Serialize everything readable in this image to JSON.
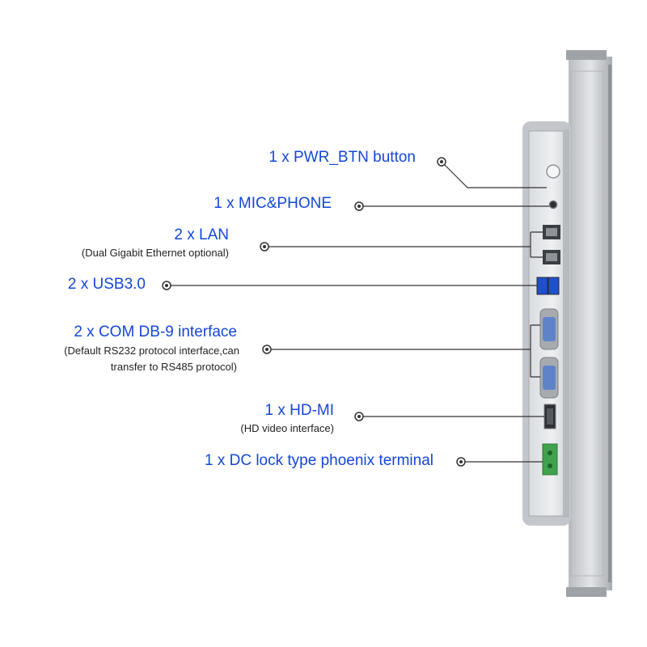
{
  "colors": {
    "label": "#1447d6",
    "subtext": "#222222",
    "leader": "#333333",
    "panel": "#cfd2d6"
  },
  "callouts": [
    {
      "id": "pwr-btn",
      "title": "1 x PWR_BTN button"
    },
    {
      "id": "mic-phone",
      "title": "1 x MIC&PHONE"
    },
    {
      "id": "lan",
      "title": "2 x LAN",
      "note": "(Dual Gigabit Ethernet optional)"
    },
    {
      "id": "usb",
      "title": "2 x USB3.0"
    },
    {
      "id": "com",
      "title": "2 x COM DB-9 interface",
      "note": "(Default RS232 protocol interface,can",
      "note2": "transfer to RS485 protocol)"
    },
    {
      "id": "hdmi",
      "title": "1 x HD-MI",
      "note": "(HD video interface)"
    },
    {
      "id": "dc",
      "title": "1 x DC lock type phoenix terminal"
    }
  ]
}
